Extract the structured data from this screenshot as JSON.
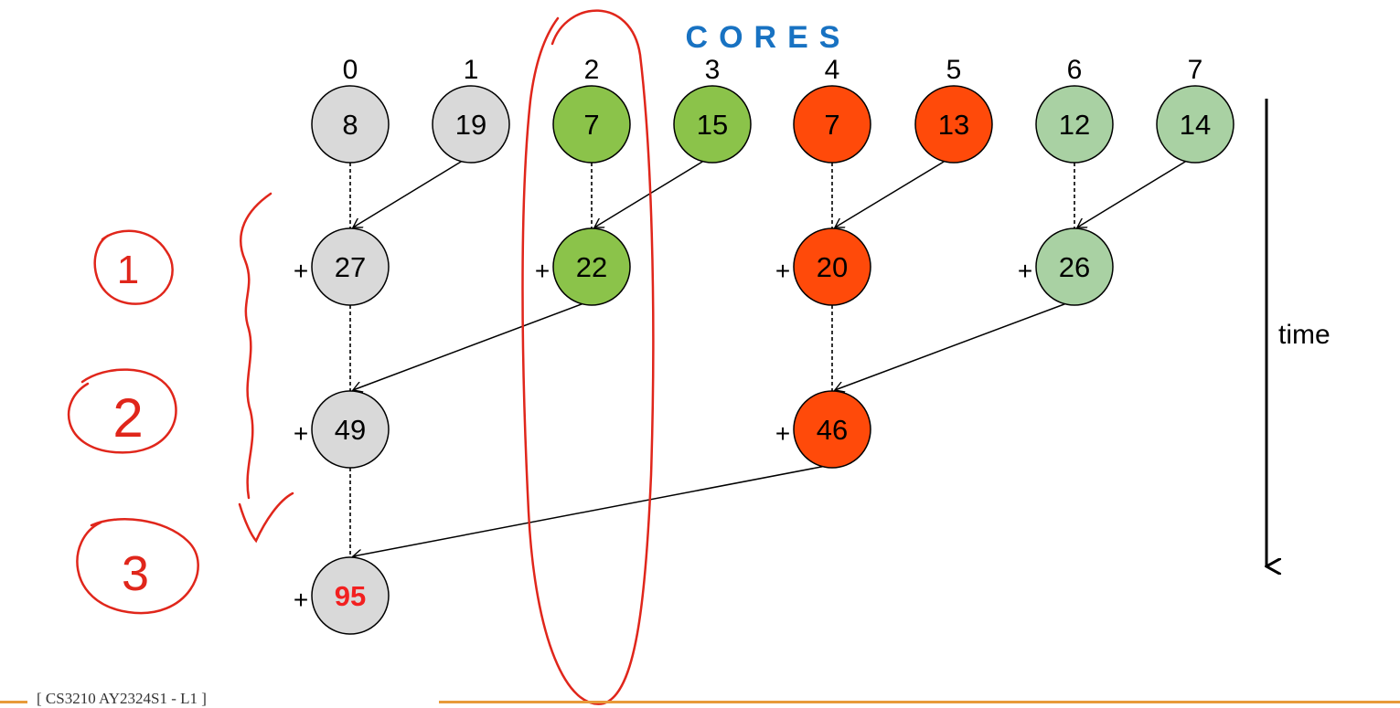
{
  "title": "CORES",
  "cores": [
    "0",
    "1",
    "2",
    "3",
    "4",
    "5",
    "6",
    "7"
  ],
  "colors": {
    "gray": "#d9d9d9",
    "green": "#8bc34a",
    "red": "#ff4a0a",
    "lightgreen": "#a9d1a3",
    "annotation": "#e0261b",
    "title": "#1872c2",
    "footer_rule": "#e89b3a"
  },
  "nodes": [
    {
      "id": "r0c0",
      "value": "8",
      "row": 0,
      "col": 0,
      "color": "gray"
    },
    {
      "id": "r0c1",
      "value": "19",
      "row": 0,
      "col": 1,
      "color": "gray"
    },
    {
      "id": "r0c2",
      "value": "7",
      "row": 0,
      "col": 2,
      "color": "green"
    },
    {
      "id": "r0c3",
      "value": "15",
      "row": 0,
      "col": 3,
      "color": "green"
    },
    {
      "id": "r0c4",
      "value": "7",
      "row": 0,
      "col": 4,
      "color": "red"
    },
    {
      "id": "r0c5",
      "value": "13",
      "row": 0,
      "col": 5,
      "color": "red"
    },
    {
      "id": "r0c6",
      "value": "12",
      "row": 0,
      "col": 6,
      "color": "lightgreen"
    },
    {
      "id": "r0c7",
      "value": "14",
      "row": 0,
      "col": 7,
      "color": "lightgreen"
    },
    {
      "id": "r1c0",
      "value": "27",
      "row": 1,
      "col": 0,
      "color": "gray",
      "plus": true
    },
    {
      "id": "r1c2",
      "value": "22",
      "row": 1,
      "col": 2,
      "color": "green",
      "plus": true
    },
    {
      "id": "r1c4",
      "value": "20",
      "row": 1,
      "col": 4,
      "color": "red",
      "plus": true
    },
    {
      "id": "r1c6",
      "value": "26",
      "row": 1,
      "col": 6,
      "color": "lightgreen",
      "plus": true
    },
    {
      "id": "r2c0",
      "value": "49",
      "row": 2,
      "col": 0,
      "color": "gray",
      "plus": true
    },
    {
      "id": "r2c4",
      "value": "46",
      "row": 2,
      "col": 4,
      "color": "red",
      "plus": true
    },
    {
      "id": "r3c0",
      "value": "95",
      "row": 3,
      "col": 0,
      "color": "gray",
      "plus": true,
      "highlight": true
    }
  ],
  "edges": [
    {
      "from": "r0c0",
      "to": "r1c0",
      "style": "dashed"
    },
    {
      "from": "r0c1",
      "to": "r1c0",
      "style": "arrow"
    },
    {
      "from": "r0c2",
      "to": "r1c2",
      "style": "dashed"
    },
    {
      "from": "r0c3",
      "to": "r1c2",
      "style": "arrow"
    },
    {
      "from": "r0c4",
      "to": "r1c4",
      "style": "dashed"
    },
    {
      "from": "r0c5",
      "to": "r1c4",
      "style": "arrow"
    },
    {
      "from": "r0c6",
      "to": "r1c6",
      "style": "dashed"
    },
    {
      "from": "r0c7",
      "to": "r1c6",
      "style": "arrow"
    },
    {
      "from": "r1c0",
      "to": "r2c0",
      "style": "dashed"
    },
    {
      "from": "r1c2",
      "to": "r2c0",
      "style": "arrow"
    },
    {
      "from": "r1c4",
      "to": "r2c4",
      "style": "dashed"
    },
    {
      "from": "r1c6",
      "to": "r2c4",
      "style": "arrow"
    },
    {
      "from": "r2c0",
      "to": "r3c0",
      "style": "dashed"
    },
    {
      "from": "r2c4",
      "to": "r3c0",
      "style": "arrow"
    }
  ],
  "plus_sign": "+",
  "time_label": "time",
  "steps": [
    "1",
    "2",
    "3"
  ],
  "footer": "[ CS3210 AY2324S1 - L1 ]"
}
